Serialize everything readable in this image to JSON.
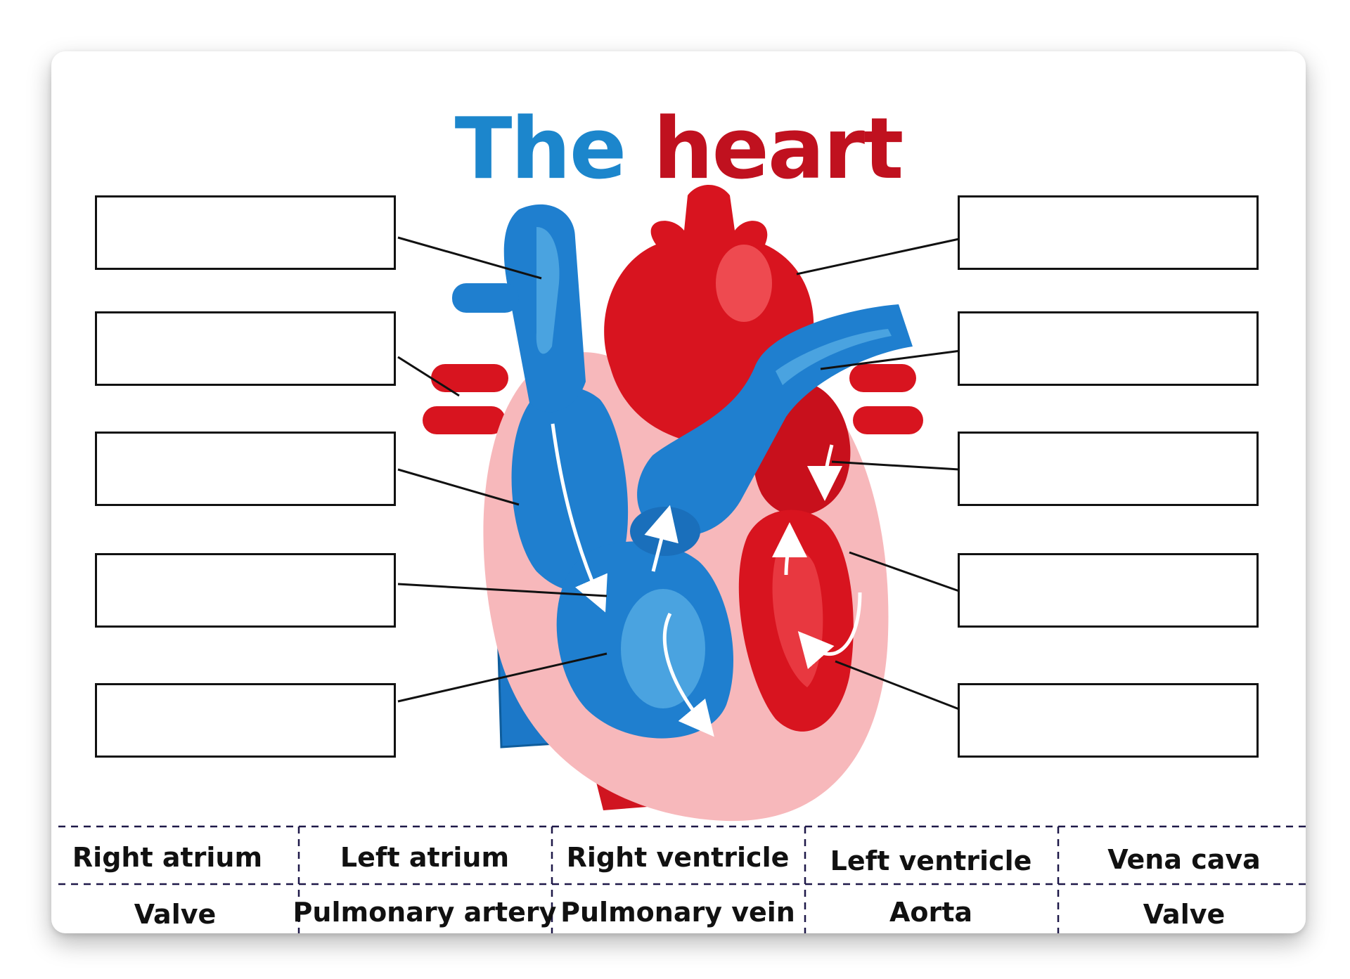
{
  "title": {
    "word1": "The",
    "word2": "heart"
  },
  "colors": {
    "title_blue": "#1c86cc",
    "title_red": "#c0111f",
    "deoxygenated_blue": "#1f7fcf",
    "oxygenated_red": "#d8141f",
    "heart_wall_pink": "#f7b8bb",
    "leader_line": "#111111"
  },
  "label_boxes": {
    "left": [
      "",
      "",
      "",
      "",
      ""
    ],
    "right": [
      "",
      "",
      "",
      "",
      ""
    ]
  },
  "word_bank": [
    [
      "Right atrium",
      "Left atrium",
      "Right ventricle",
      "Left ventricle",
      "Vena cava"
    ],
    [
      "Valve",
      "Pulmonary artery",
      "Pulmonary vein",
      "Aorta",
      "Valve"
    ]
  ]
}
